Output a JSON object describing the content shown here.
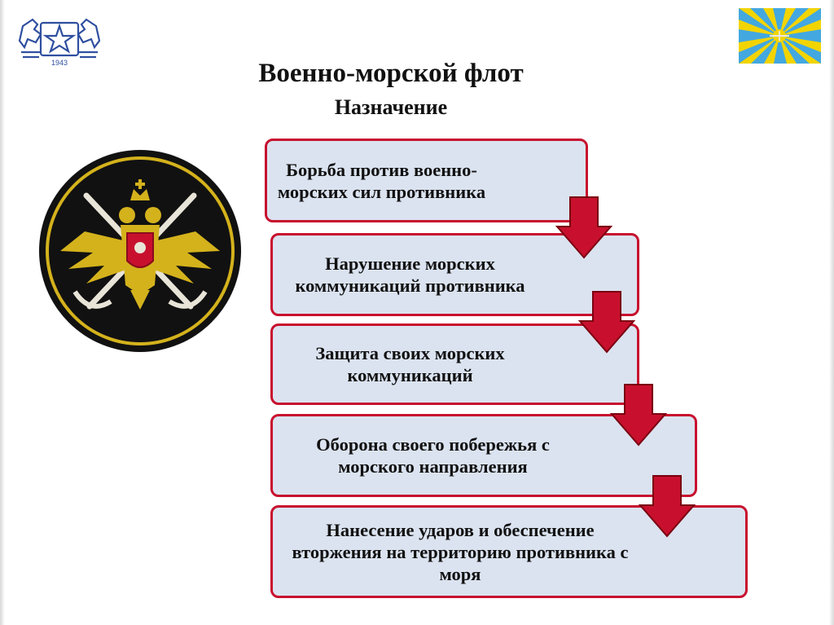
{
  "header": {
    "title": "Военно-морской флот",
    "subtitle": "Назначение",
    "logo_year": "1943"
  },
  "steps": [
    {
      "text": "Борьба против военно-морских сил противника"
    },
    {
      "text": "Нарушение морских коммуникаций противника"
    },
    {
      "text": "Защита своих морских коммуникаций"
    },
    {
      "text": "Оборона своего побережья с морского направления"
    },
    {
      "text": "Нанесение ударов и обеспечение вторжения на территорию противника с моря"
    }
  ],
  "colors": {
    "box_fill": "#dbe3f0",
    "box_border": "#c8102e",
    "arrow": "#c8102e",
    "logo_blue": "#2f4fa0",
    "flag_sky": "#43a8e0",
    "flag_ray": "#f2d400"
  },
  "icons": {
    "left_logo": "university-crest-icon",
    "right_flag": "air-force-flag-icon",
    "emblem": "navy-patch-emblem-icon",
    "arrow": "arrow-down-icon"
  }
}
